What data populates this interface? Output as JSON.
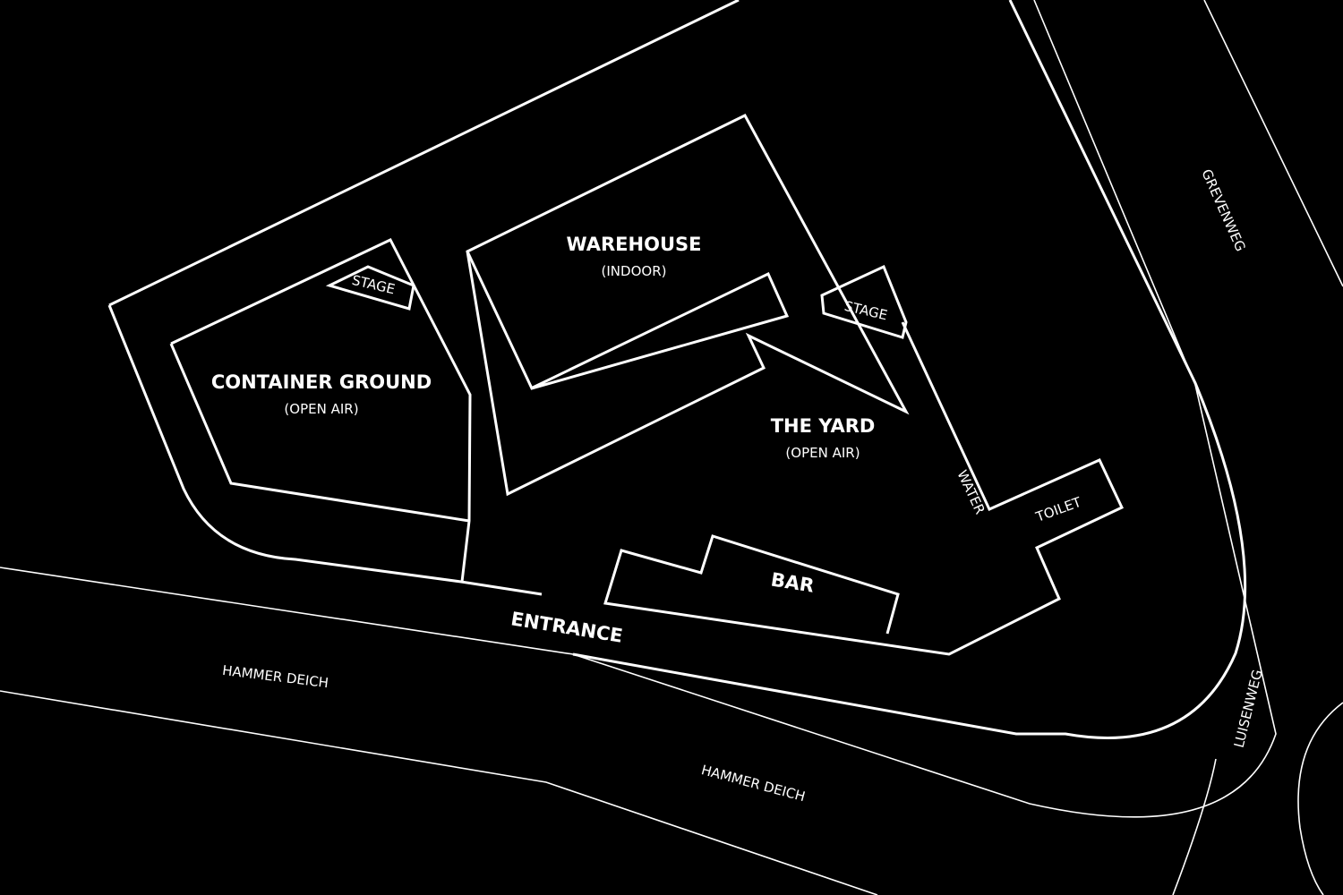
{
  "areas": {
    "container_ground": {
      "title": "CONTAINER GROUND",
      "subtitle": "(OPEN AIR)"
    },
    "warehouse": {
      "title": "WAREHOUSE",
      "subtitle": "(INDOOR)"
    },
    "the_yard": {
      "title": "THE YARD",
      "subtitle": "(OPEN AIR)"
    }
  },
  "features": {
    "stage_container": "STAGE",
    "stage_yard": "STAGE",
    "water": "WATER",
    "toilet": "TOILET",
    "bar": "BAR",
    "entrance": "ENTRANCE"
  },
  "streets": {
    "hammer_deich_west": "HAMMER DEICH",
    "hammer_deich_east": "HAMMER DEICH",
    "grevenweg": "GREVENWEG",
    "luisenweg": "LUISENWEG"
  },
  "colors": {
    "background": "#000000",
    "lines": "#ffffff",
    "text": "#ffffff"
  }
}
